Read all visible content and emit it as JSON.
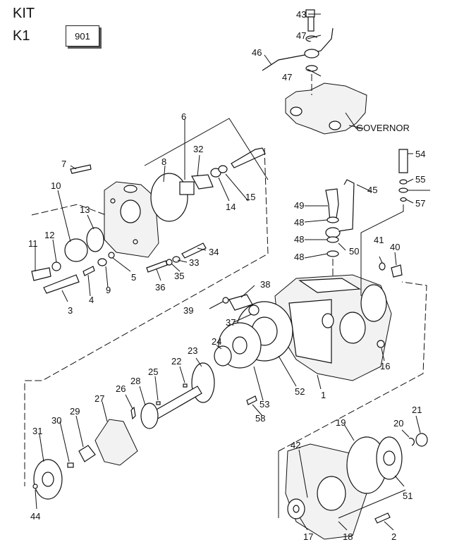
{
  "header": {
    "kit_label": "KIT",
    "kit_id": "K1",
    "kit_number": "901"
  },
  "callouts": {
    "governor": "GOVERNOR",
    "p1": "1",
    "p2": "2",
    "p3": "3",
    "p4": "4",
    "p5": "5",
    "p6": "6",
    "p7": "7",
    "p8": "8",
    "p9": "9",
    "p10": "10",
    "p11": "11",
    "p12": "12",
    "p13": "13",
    "p14": "14",
    "p15": "15",
    "p16": "16",
    "p17": "17",
    "p18": "18",
    "p19": "19",
    "p20": "20",
    "p21": "21",
    "p22": "22",
    "p23": "23",
    "p24": "24",
    "p25": "25",
    "p26": "26",
    "p27": "27",
    "p28": "28",
    "p29": "29",
    "p30": "30",
    "p31": "31",
    "p32": "32",
    "p33": "33",
    "p34": "34",
    "p35": "35",
    "p36": "36",
    "p37": "37",
    "p38": "38",
    "p39": "39",
    "p40": "40",
    "p41": "41",
    "p42": "42",
    "p43": "43",
    "p44": "44",
    "p45": "45",
    "p46": "46",
    "p47a": "47",
    "p47b": "47",
    "p48a": "48",
    "p48b": "48",
    "p48c": "48",
    "p49": "49",
    "p50": "50",
    "p51": "51",
    "p52": "52",
    "p53": "53",
    "p54": "54",
    "p55": "55",
    "p57": "57",
    "p58": "58"
  }
}
